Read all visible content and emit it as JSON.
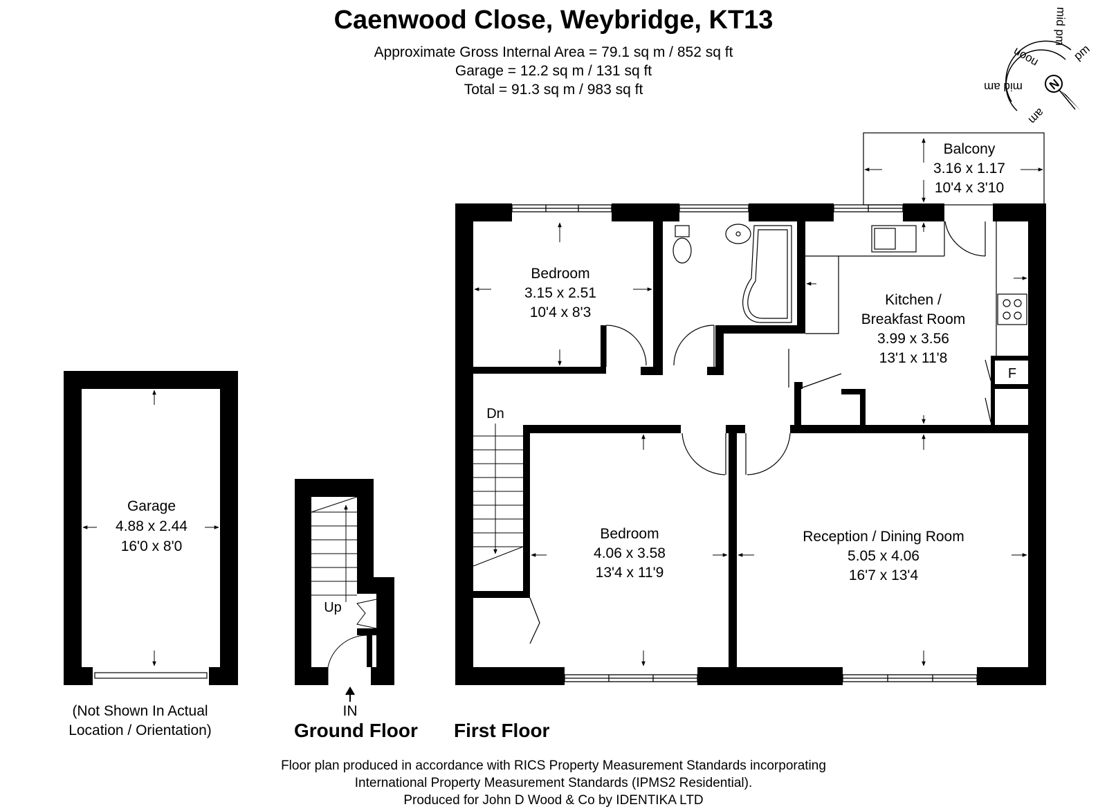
{
  "header": {
    "title": "Caenwood Close, Weybridge, KT13",
    "gross_area": "Approximate Gross Internal Area = 79.1 sq m / 852 sq ft",
    "garage_area": "Garage = 12.2 sq m / 131 sq ft",
    "total_area": "Total = 91.3 sq m / 983 sq ft"
  },
  "compass": {
    "north": "N",
    "labels": [
      "mid pm",
      "pm",
      "noon",
      "mid am",
      "am"
    ]
  },
  "rooms": {
    "balcony": {
      "name": "Balcony",
      "metric": "3.16 x 1.17",
      "imperial": "10'4 x 3'10"
    },
    "bedroom1": {
      "name": "Bedroom",
      "metric": "3.15 x 2.51",
      "imperial": "10'4 x 8'3"
    },
    "kitchen": {
      "name1": "Kitchen /",
      "name2": "Breakfast Room",
      "metric": "3.99 x 3.56",
      "imperial": "13'1 x 11'8"
    },
    "bedroom2": {
      "name": "Bedroom",
      "metric": "4.06 x 3.58",
      "imperial": "13'4 x 11'9"
    },
    "reception": {
      "name": "Reception / Dining Room",
      "metric": "5.05 x 4.06",
      "imperial": "16'7 x 13'4"
    },
    "garage": {
      "name": "Garage",
      "metric": "4.88 x 2.44",
      "imperial": "16'0 x 8'0"
    }
  },
  "labels": {
    "fridge": "F",
    "stairs_down": "Dn",
    "stairs_up": "Up",
    "entrance": "IN"
  },
  "floors": {
    "ground": "Ground Floor",
    "first": "First Floor"
  },
  "garage_note": {
    "line1": "(Not Shown In Actual",
    "line2": "Location / Orientation)"
  },
  "footer": {
    "line1": "Floor plan produced in accordance with RICS Property Measurement Standards incorporating",
    "line2": "International Property Measurement Standards (IPMS2 Residential).",
    "line3": "Produced for John D Wood & Co by IDENTIKA LTD"
  }
}
